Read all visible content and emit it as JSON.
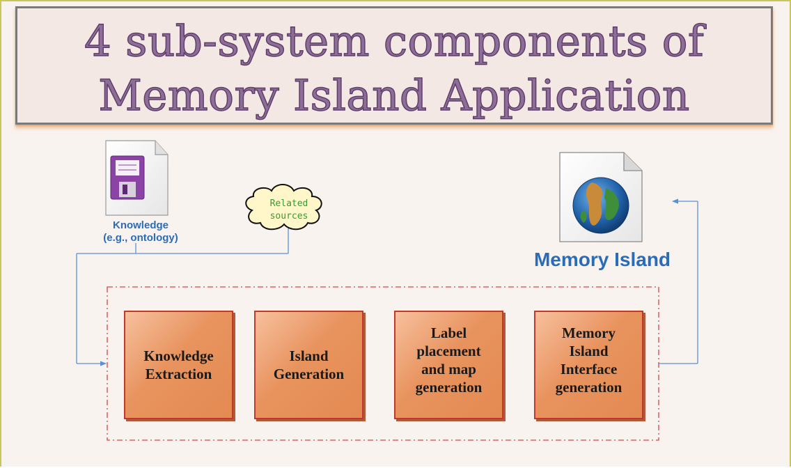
{
  "title": {
    "line1": "4 sub-system components of",
    "line2": "Memory Island Application"
  },
  "inputs": {
    "knowledge_line1": "Knowledge",
    "knowledge_line2": "(e.g., ontology)",
    "cloud_line1": "Related",
    "cloud_line2": "sources"
  },
  "output": {
    "label": "Memory Island"
  },
  "components": [
    {
      "label": "Knowledge\nExtraction"
    },
    {
      "label": "Island\nGeneration"
    },
    {
      "label": "Label\nplacement\nand map\ngeneration"
    },
    {
      "label": "Memory\nIsland\nInterface\ngeneration"
    }
  ],
  "colors": {
    "title_text": "#8e6e99",
    "caption_blue": "#2a6cb8",
    "box_fill": "#e8935e",
    "box_border": "#c0392b",
    "dashed_border": "#d64545",
    "connector": "#5b8fd6",
    "cloud_text": "#2f9e2f"
  },
  "icons": [
    "floppy-disk-document-icon",
    "cloud-shape",
    "globe-document-icon"
  ]
}
